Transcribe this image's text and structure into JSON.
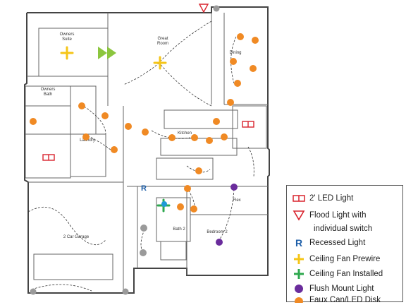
{
  "rooms": {
    "owners_suite": "Owners\nSuite",
    "great_room": "Great\nRoom",
    "dining": "Dining",
    "owners_bath": "Owners\nBath",
    "laundry": "Laundry",
    "kitchen": "Kitchen",
    "flex": "Flex",
    "bath2": "Bath 2",
    "bedroom2": "Bedroom 2",
    "garage": "2 Car Garage"
  },
  "legend": {
    "led_light": "2' LED Light",
    "flood_light_line1": "Flood Light with",
    "flood_light_line2": "individual switch",
    "recessed_light": "Recessed Light",
    "recessed_symbol": "R",
    "ceiling_fan_prewire": "Ceiling Fan Prewire",
    "ceiling_fan_installed": "Ceiling Fan Installed",
    "flush_mount_light": "Flush Mount Light",
    "faux_can_led_disk": "Faux Can/LED Disk"
  },
  "colors": {
    "led_light": "#d9232d",
    "flood_light": "#d9232d",
    "recessed": "#1f5fa8",
    "fan_prewire": "#f5c518",
    "fan_installed": "#2fa84f",
    "flush_mount": "#6a2c9c",
    "faux_can": "#f08a24",
    "exterior_light": "#9a9a9a",
    "triangle_marker": "#8cc63f",
    "wire": "#333333",
    "wall": "#444444"
  },
  "icons": {
    "led_light": "led-light-icon",
    "flood_light": "flood-light-icon",
    "recessed": "recessed-light-icon",
    "fan_prewire": "ceiling-fan-prewire-icon",
    "fan_installed": "ceiling-fan-installed-icon",
    "flush_mount": "flush-mount-light-icon",
    "faux_can": "faux-can-led-disk-icon"
  }
}
